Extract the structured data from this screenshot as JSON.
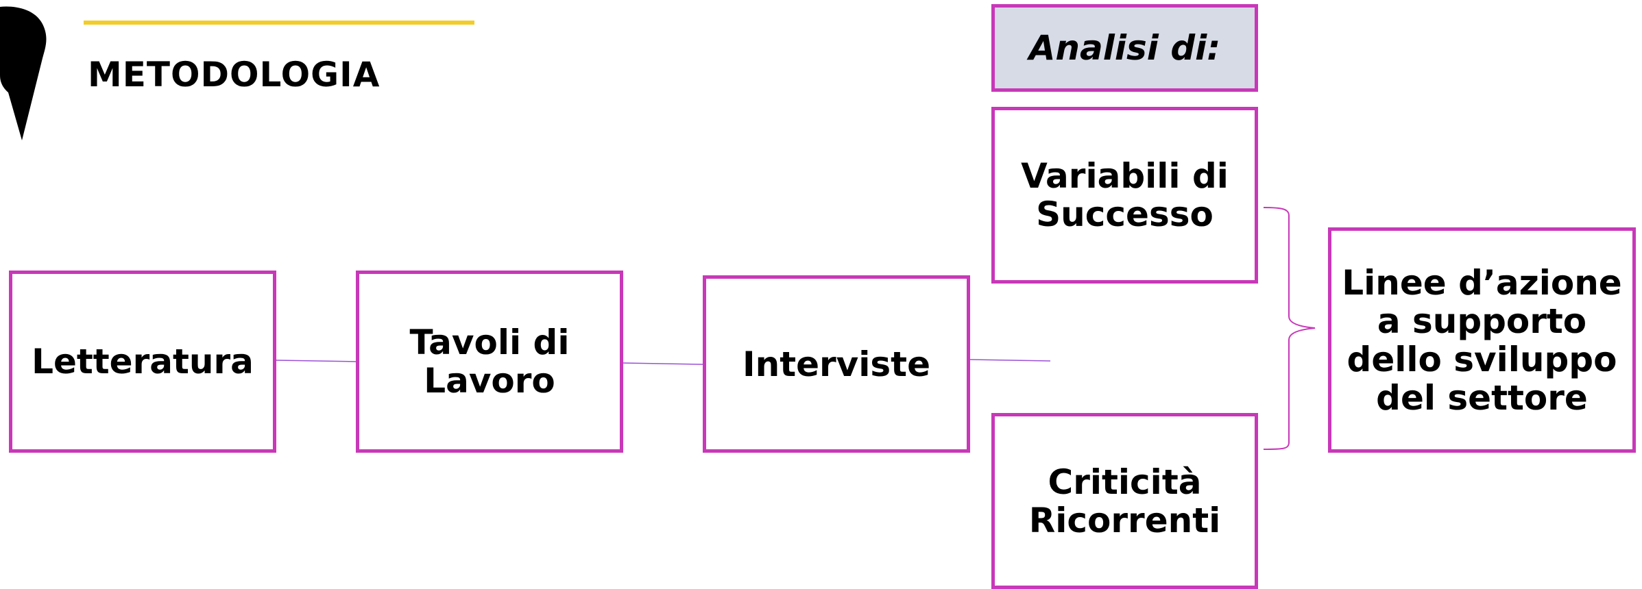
{
  "header": {
    "title": "METODOLOGIA"
  },
  "colors": {
    "box_border": "#c838b8",
    "accent_line": "#f2cd2a",
    "header_fill": "#d6dbe6",
    "connector": "#9b4fd6"
  },
  "diagram": {
    "letteratura": "Letteratura",
    "tavoli": "Tavoli di\nLavoro",
    "interviste": "Interviste",
    "analisi_header": "Analisi di:",
    "variabili": "Variabili di\nSuccesso",
    "criticita": "Criticità\nRicorrenti",
    "linee": "Linee d’azione\na supporto\ndello sviluppo\ndel settore"
  }
}
